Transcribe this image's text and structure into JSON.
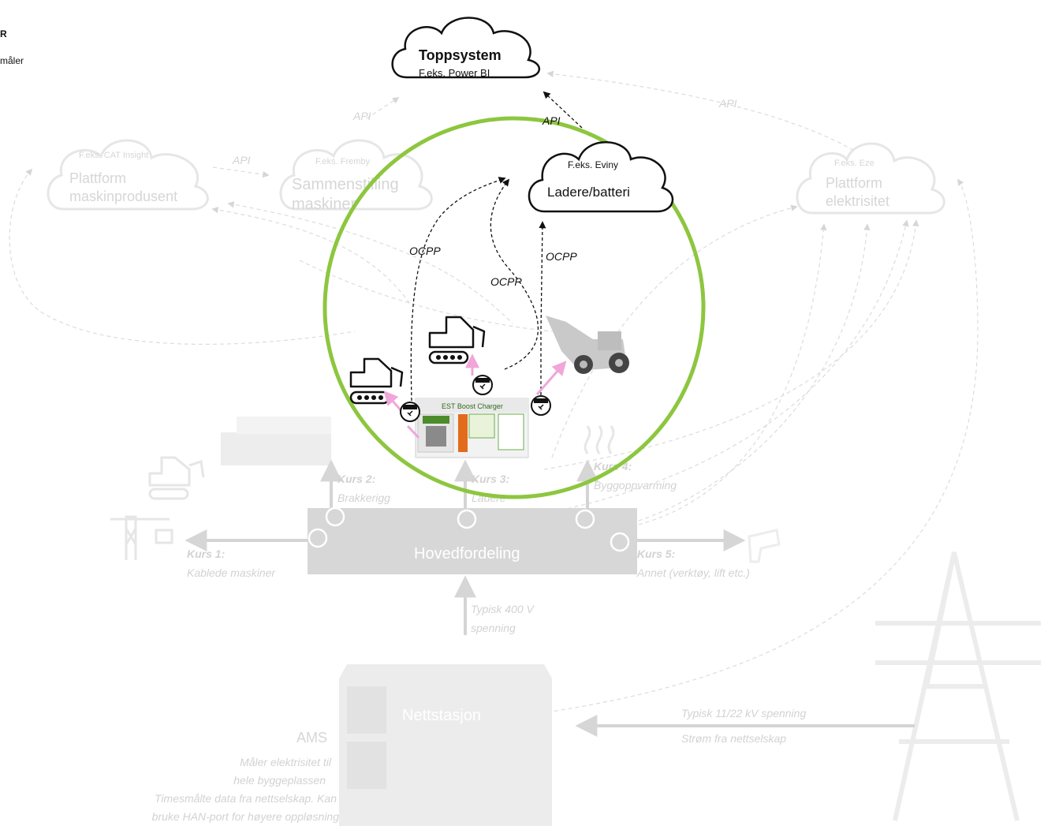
{
  "legend": {
    "heading": "R",
    "item": "måler"
  },
  "top": {
    "title": "Toppsystem",
    "subtitle": "F.eks. Power BI"
  },
  "charger_cloud": {
    "example": "F.eks. Eviny",
    "label": "Ladere/batteri"
  },
  "cat_cloud": {
    "example": "F.eks. CAT Insight",
    "line1": "Plattform",
    "line2": "maskinprodusent"
  },
  "fremby_cloud": {
    "example": "F.eks. Fremby",
    "line1": "Sammenstilling",
    "line2": "maskiner"
  },
  "eze_cloud": {
    "example": "F.eks. Eze",
    "line1": "Plattform",
    "line2": "elektrisitet"
  },
  "labels": {
    "api": "API",
    "ocpp": "OCPP"
  },
  "main": {
    "label": "Hovedfordeling"
  },
  "kurs": [
    {
      "name": "Kurs 1:",
      "desc": "Kablede maskiner"
    },
    {
      "name": "Kurs 2:",
      "desc": "Brakkerigg"
    },
    {
      "name": "Kurs 3:",
      "desc": "Ladere"
    },
    {
      "name": "Kurs 4:",
      "desc": "Byggoppvarming"
    },
    {
      "name": "Kurs 5:",
      "desc": "Annet (verktøy, lift etc.)"
    }
  ],
  "voltage": {
    "line1": "Typisk 400 V",
    "line2": "spenning"
  },
  "station": {
    "label": "Nettstasjon"
  },
  "ams": {
    "title": "AMS",
    "lines": [
      "Måler elektrisitet til",
      "hele byggeplassen",
      "Timesmålte data fra nettselskap. Kan",
      "bruke HAN-port for høyere oppløsning"
    ]
  },
  "grid": {
    "line1": "Typisk 11/22 kV spenning",
    "line2": "Strøm fra nettselskap"
  },
  "container": {
    "brand": "EST Boost Charger"
  },
  "colors": {
    "ring": "#8dc63f",
    "pink": "#f0a6d8",
    "faded": "#d6d6d6",
    "dark": "#111111"
  }
}
